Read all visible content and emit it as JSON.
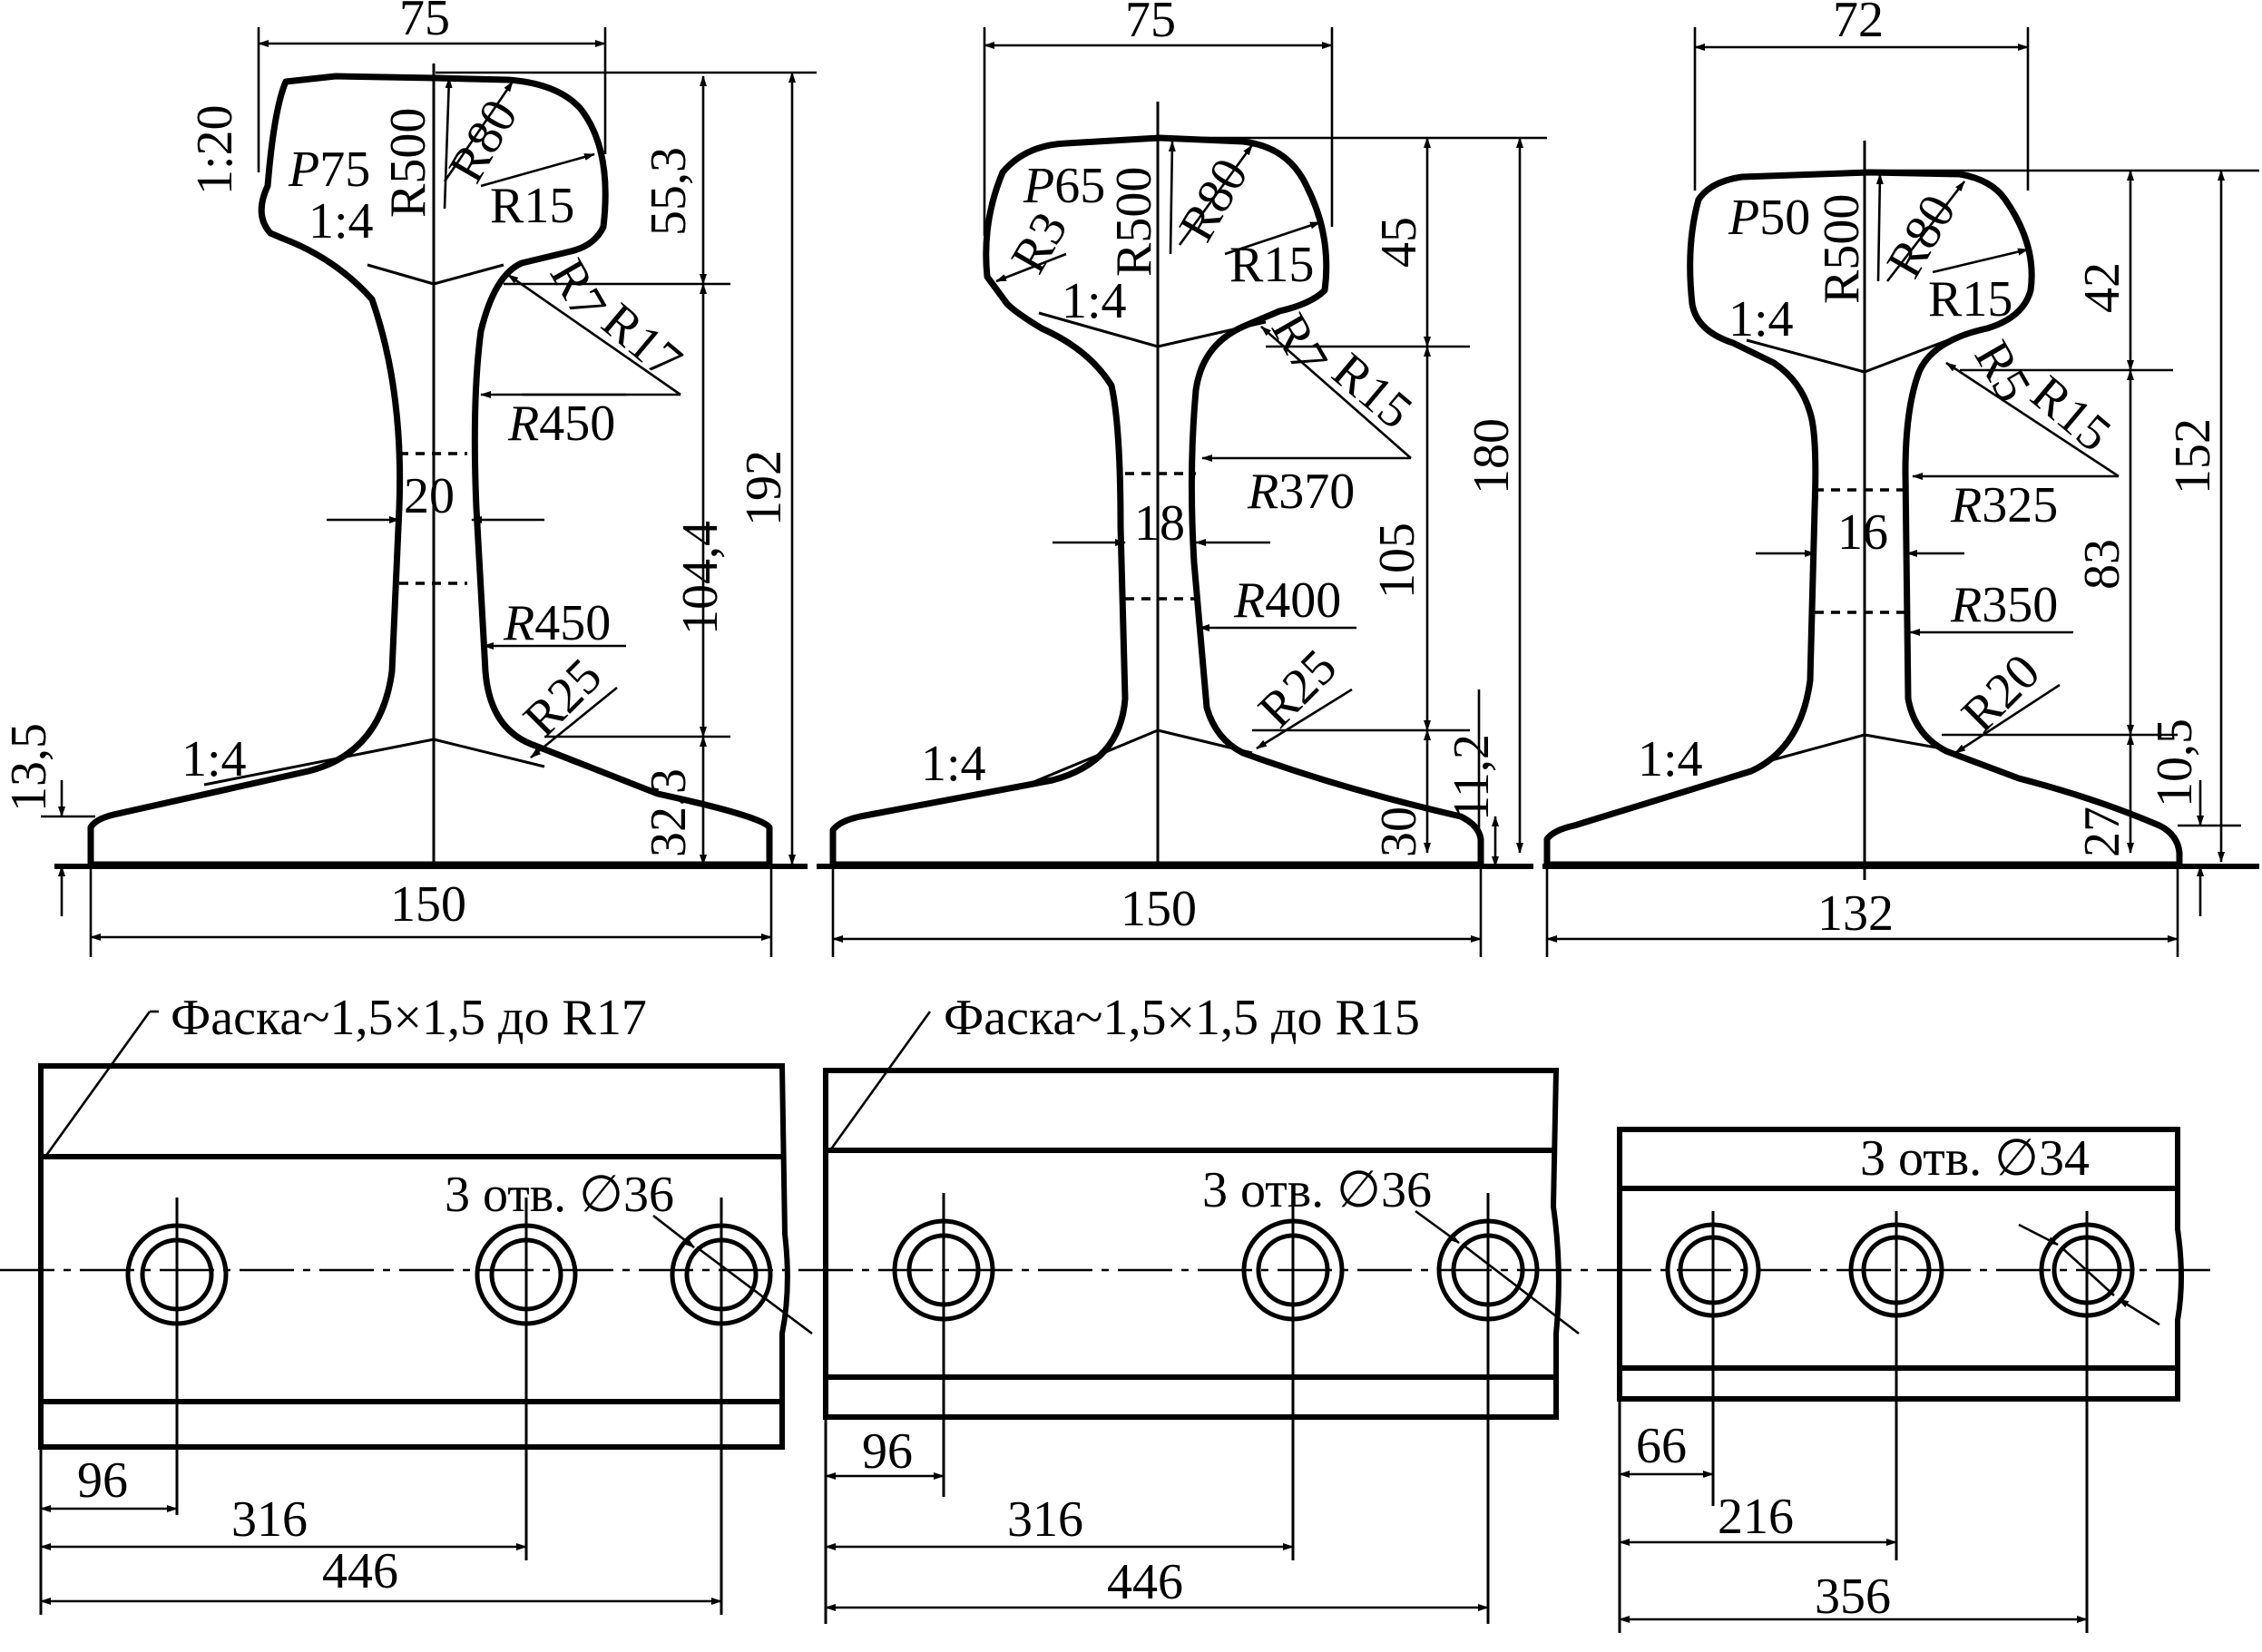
{
  "profiles": [
    {
      "name": "P75",
      "head_width": "75",
      "base_width": "150",
      "height": "192",
      "head_height": "55,3",
      "web_height": "104,4",
      "base_height": "32,3",
      "base_edge": "13,5",
      "web_thickness": "20",
      "slope_head": "1:20",
      "slope_head_under": "1:4",
      "slope_base": "1:4",
      "r_crown": "R500",
      "r_top": "R80",
      "r_corner": "R15",
      "r_fillet_a": "R7",
      "r_fillet_b": "R17",
      "r_web_top": "R450",
      "r_web_bottom": "R450",
      "r_base": "R25"
    },
    {
      "name": "P65",
      "head_width": "75",
      "base_width": "150",
      "height": "180",
      "head_height": "45",
      "web_height": "105",
      "base_height": "30",
      "base_edge": "11,2",
      "web_thickness": "18",
      "slope_head_under": "1:4",
      "slope_base": "1:4",
      "r_crown": "R500",
      "r_top": "R80",
      "r_corner": "R15",
      "r_side": "R3",
      "r_fillet_a": "R7",
      "r_fillet_b": "R15",
      "r_web_top": "R370",
      "r_web_bottom": "R400",
      "r_base": "R25"
    },
    {
      "name": "P50",
      "head_width": "72",
      "base_width": "132",
      "height": "152",
      "head_height": "42",
      "web_height": "83",
      "base_height": "27",
      "base_edge": "10,5",
      "web_thickness": "16",
      "slope_head_under": "1:4",
      "slope_base": "1:4",
      "r_crown": "R500",
      "r_top": "R80",
      "r_corner": "R15",
      "r_fillet_a": "R5",
      "r_fillet_b": "R15",
      "r_web_top": "R325",
      "r_web_bottom": "R350",
      "r_base": "R20"
    }
  ],
  "ends": [
    {
      "chamfer": "Фаска~1,5×1,5 до R17",
      "holes": "3 отв. ∅36",
      "d1": "96",
      "d2": "316",
      "d3": "446"
    },
    {
      "chamfer": "Фаска~1,5×1,5 до R15",
      "holes": "3 отв. ∅36",
      "d1": "96",
      "d2": "316",
      "d3": "446"
    },
    {
      "holes": "3 отв. ∅34",
      "d1": "66",
      "d2": "216",
      "d3": "356"
    }
  ]
}
